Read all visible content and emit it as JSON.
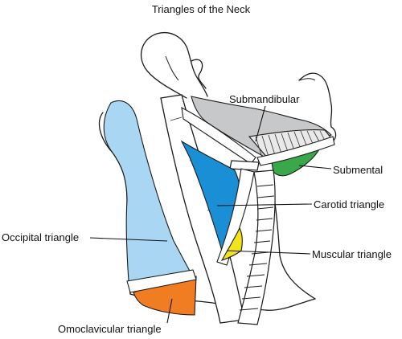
{
  "title": "Triangles of the Neck",
  "colors": {
    "submandibular": "#c7c8ca",
    "submental": "#3aa84a",
    "carotid": "#1a8fd6",
    "muscular": "#f3e31a",
    "occipital": "#a9d6f3",
    "omoclavicular": "#f07d22",
    "muscle": "#ffffff",
    "outline": "#1a1a1a"
  },
  "labels": {
    "submandibular": "Submandibular",
    "submental": "Submental",
    "carotid": "Carotid triangle",
    "occipital": "Occipital triangle",
    "muscular": "Muscular triangle",
    "omoclavicular": "Omoclavicular triangle"
  }
}
